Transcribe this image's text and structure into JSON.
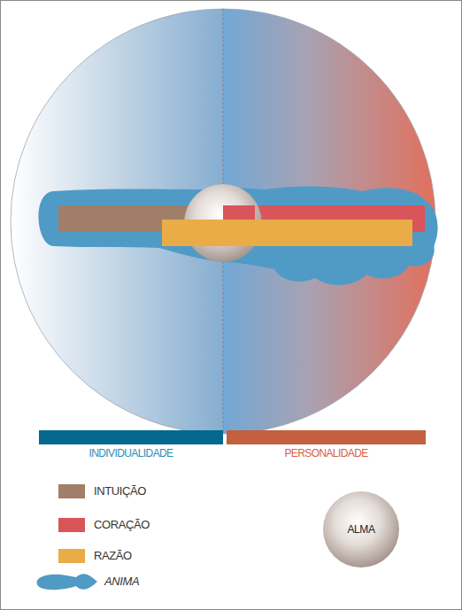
{
  "diagram": {
    "nodes": [
      {
        "text": [
          "INDIVIDUALIDADE"
        ]
      },
      {
        "text": [
          "PERSONALIDADE"
        ]
      },
      {
        "text": [
          "ALMA"
        ]
      }
    ],
    "legend": [
      {
        "text": "INTUIÇÃO",
        "color": "#a07e68"
      },
      {
        "text": "CORAÇÃO",
        "color": "#d9555a"
      },
      {
        "text": "RAZÃO",
        "color": "#e9ac47"
      },
      {
        "text": "ANIMA"
      }
    ]
  }
}
